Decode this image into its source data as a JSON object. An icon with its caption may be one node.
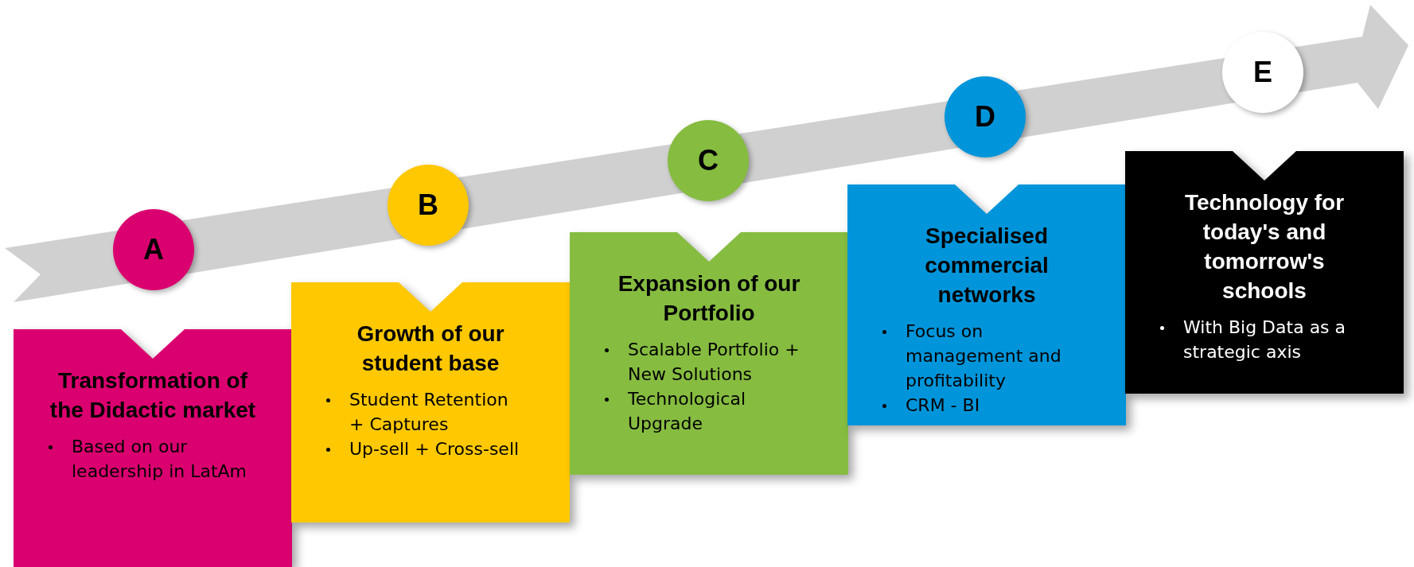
{
  "diagram": {
    "nodes": [
      {
        "text": [
          "A"
        ]
      },
      {
        "text": [
          "Transformation of the Didactic market",
          "Based on our leadership in LatAm"
        ]
      },
      {
        "text": [
          "B"
        ]
      },
      {
        "text": [
          "Growth of our student base",
          "Student Retention + Captures",
          "Up-sell + Cross-sell"
        ]
      },
      {
        "text": [
          "C"
        ]
      },
      {
        "text": [
          "Expansion of our Portfolio",
          "Scalable Portfolio + New Solutions",
          "Technological Upgrade"
        ]
      },
      {
        "text": [
          "D"
        ]
      },
      {
        "text": [
          "Specialised commercial networks",
          "Focus on management and profitability",
          "CRM - BI"
        ]
      },
      {
        "text": [
          "E"
        ]
      },
      {
        "text": [
          "Technology for today's and tomorrow's schools",
          "With Big Data as a strategic axis"
        ]
      }
    ]
  }
}
